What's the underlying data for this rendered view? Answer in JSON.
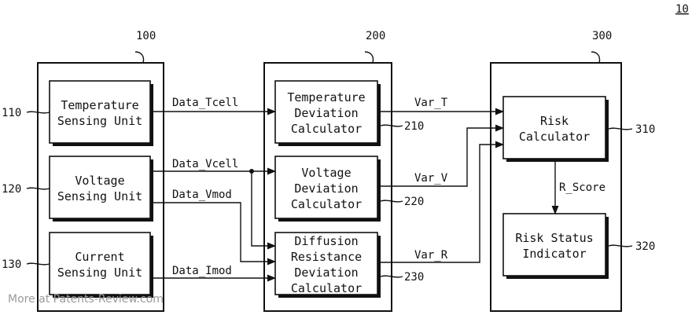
{
  "figure_number": "10",
  "watermark": "More at Patents-Review.com",
  "groups": [
    {
      "ref": "100"
    },
    {
      "ref": "200"
    },
    {
      "ref": "300"
    }
  ],
  "blocks": {
    "temp_sensing": {
      "ref": "110",
      "lines": [
        "Temperature",
        "Sensing Unit"
      ]
    },
    "volt_sensing": {
      "ref": "120",
      "lines": [
        "Voltage",
        "Sensing Unit"
      ]
    },
    "curr_sensing": {
      "ref": "130",
      "lines": [
        "Current",
        "Sensing Unit"
      ]
    },
    "temp_dev": {
      "ref": "210",
      "lines": [
        "Temperature",
        "Deviation",
        "Calculator"
      ]
    },
    "volt_dev": {
      "ref": "220",
      "lines": [
        "Voltage",
        "Deviation",
        "Calculator"
      ]
    },
    "diff_dev": {
      "ref": "230",
      "lines": [
        "Diffusion",
        "Resistance",
        "Deviation",
        "Calculator"
      ]
    },
    "risk_calc": {
      "ref": "310",
      "lines": [
        "Risk",
        "Calculator"
      ]
    },
    "risk_status": {
      "ref": "320",
      "lines": [
        "Risk Status",
        "Indicator"
      ]
    }
  },
  "signals": {
    "data_tcell": "Data_Tcell",
    "data_vcell": "Data_Vcell",
    "data_vmod": "Data_Vmod",
    "data_imod": "Data_Imod",
    "var_t": "Var_T",
    "var_v": "Var_V",
    "var_r": "Var_R",
    "r_score": "R_Score"
  }
}
